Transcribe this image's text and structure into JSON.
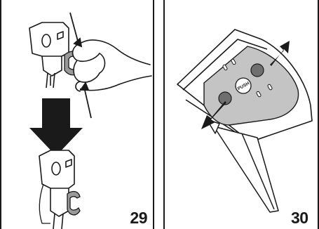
{
  "figures": [
    {
      "number": "29"
    },
    {
      "number": "30",
      "button_label": "PUSH"
    }
  ],
  "colors": {
    "ink": "#1a1a1a",
    "housing_fill": "#ffffff",
    "clip_fill": "#9a9a9a",
    "plate_fill": "#c4c4c4"
  }
}
